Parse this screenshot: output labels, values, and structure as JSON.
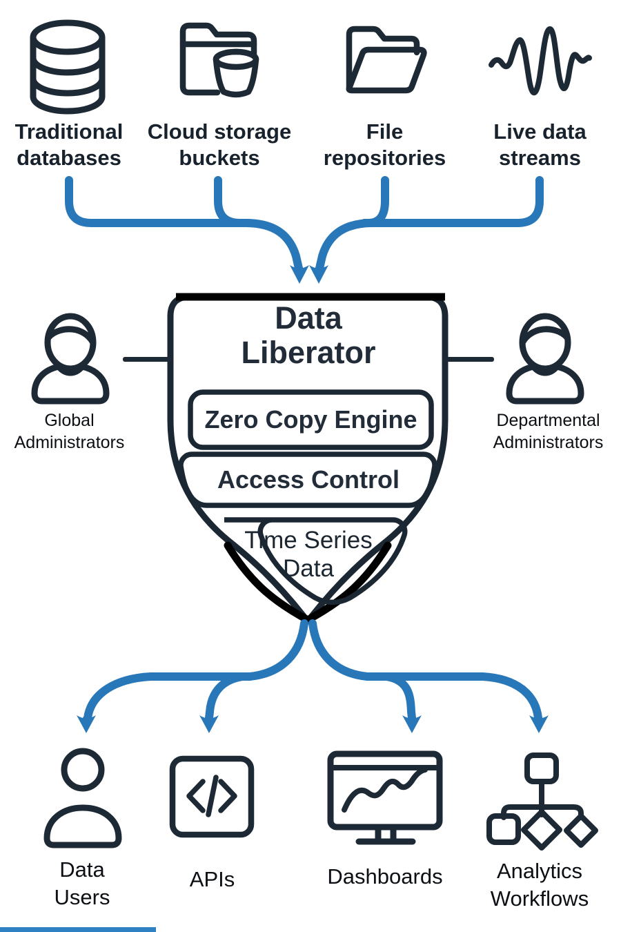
{
  "colors": {
    "arrow_blue": "#2878b9",
    "ink": "#1d2935",
    "accent_bar_blue": "#2e82c4"
  },
  "sources": [
    {
      "icon": "database-icon",
      "label": "Traditional databases"
    },
    {
      "icon": "cloud-storage-bucket-icon",
      "label": "Cloud storage buckets"
    },
    {
      "icon": "file-repository-icon",
      "label": "File repositories"
    },
    {
      "icon": "live-data-stream-icon",
      "label": "Live data streams"
    }
  ],
  "hub": {
    "title": "Data Liberator",
    "layers": [
      {
        "label": "Zero Copy Engine"
      },
      {
        "label": "Access Control"
      },
      {
        "label": "Time Series Data"
      }
    ]
  },
  "admins": {
    "left": {
      "icon": "admin-person-icon",
      "label": "Global Administrators"
    },
    "right": {
      "icon": "admin-person-icon",
      "label": "Departmental Administrators"
    }
  },
  "outputs": [
    {
      "icon": "person-icon",
      "label": "Data Users"
    },
    {
      "icon": "code-icon",
      "label": "APIs"
    },
    {
      "icon": "dashboard-monitor-icon",
      "label": "Dashboards"
    },
    {
      "icon": "workflow-icon",
      "label": "Analytics Workflows"
    }
  ]
}
